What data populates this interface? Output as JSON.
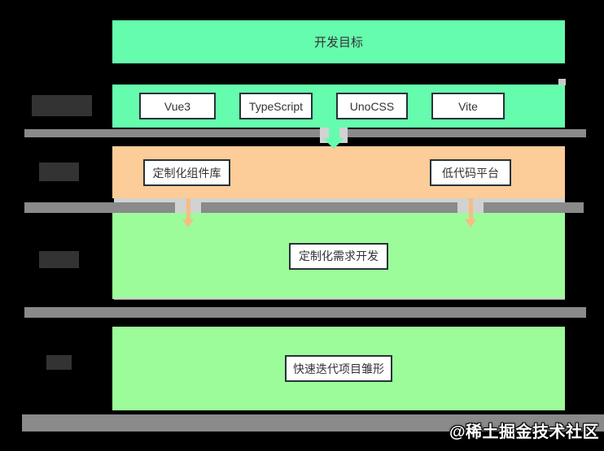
{
  "page": {
    "background": "#000000",
    "watermark": {
      "text": "@稀土掘金技术社区",
      "color": "#ffffff"
    }
  },
  "diagram": {
    "title_row": {
      "text": "开发目标",
      "bg": "#66fcae"
    },
    "tech_row": {
      "bg": "#66fcae",
      "boxes": [
        "Vue3",
        "TypeScript",
        "UnoCSS",
        "Vite"
      ]
    },
    "platform_row": {
      "bg": "#fccc99",
      "boxes": [
        "定制化组件库",
        "低代码平台"
      ]
    },
    "dev_row": {
      "bg": "#9cfc99",
      "box": "定制化需求开发"
    },
    "prototype_row": {
      "bg": "#9cfc99",
      "box": "快速迭代项目雏形"
    },
    "colors": {
      "divider_bar": "#8a8a8a",
      "divider_gap": "#d2d2d2",
      "teal_arrow": "#66fcae",
      "orange_arrow": "#f5bd85",
      "box_border": "#263238",
      "box_text": "#333333",
      "obscured_side_label": "#333333"
    }
  }
}
